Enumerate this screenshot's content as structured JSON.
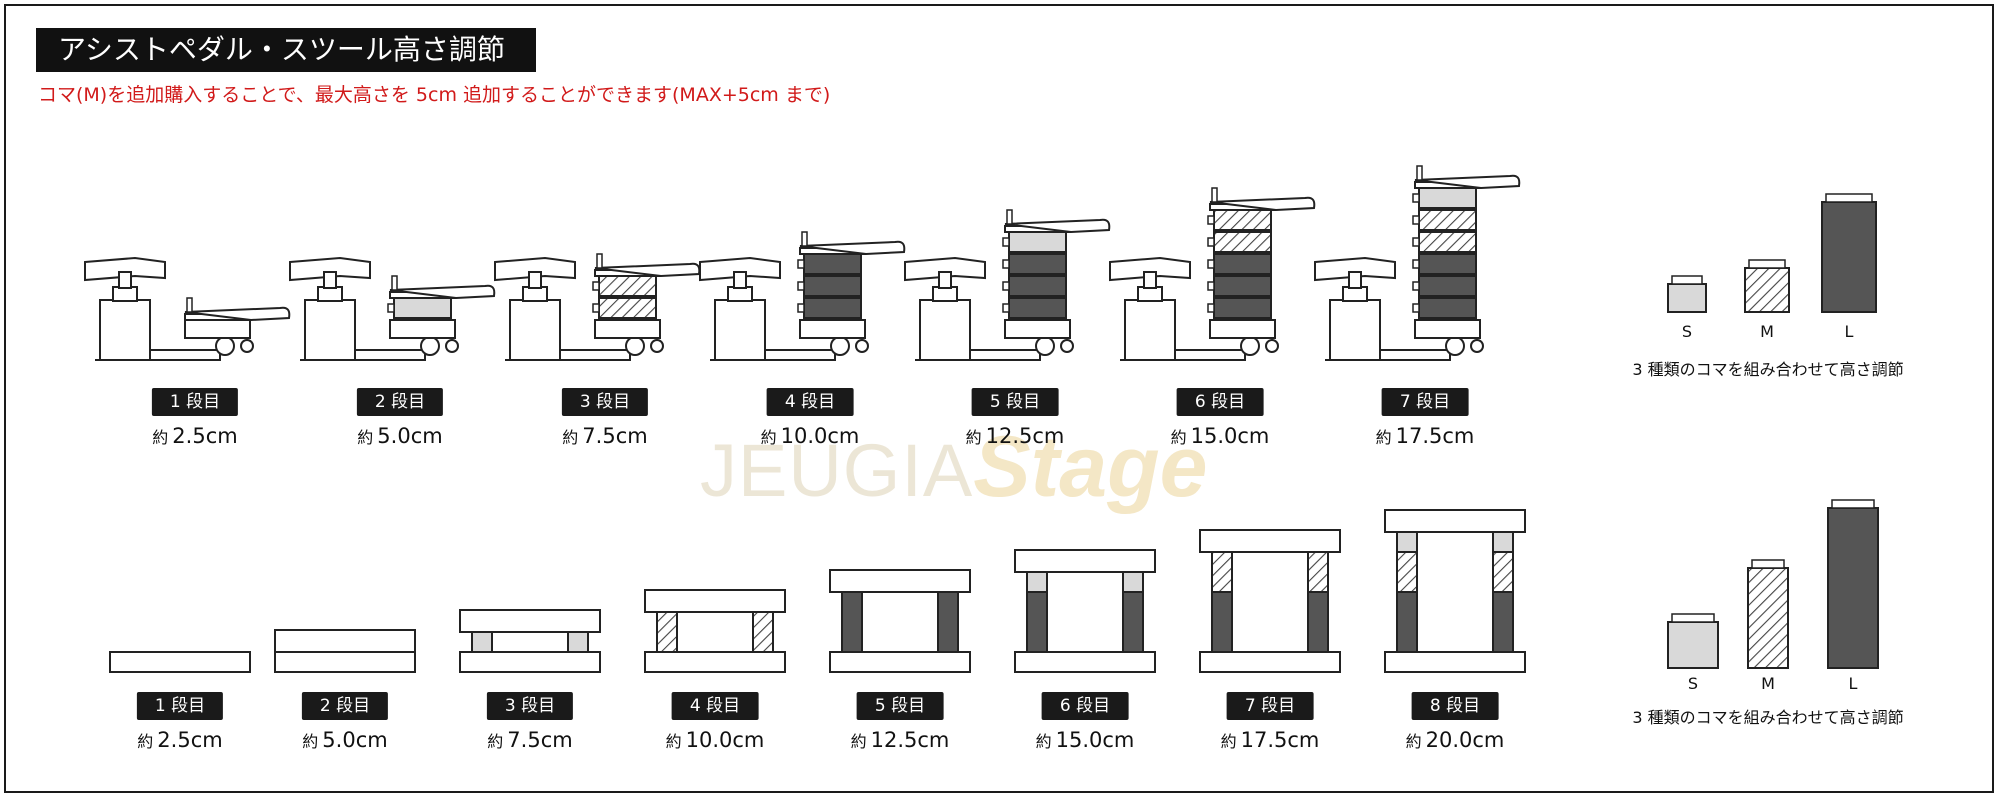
{
  "title": "アシストペダル・スツール高さ調節",
  "subtitle": "コマ(M)を追加購入することで、最大高さを 5cm 追加することができます(MAX+5cm まで)",
  "watermark": {
    "part1": "JEUGIA",
    "part2": "Stage"
  },
  "pedal_levels": [
    {
      "stage": "1 段目",
      "prefix": "約",
      "height": "2.5cm",
      "blocks": []
    },
    {
      "stage": "2 段目",
      "prefix": "約",
      "height": "5.0cm",
      "blocks": [
        "S"
      ]
    },
    {
      "stage": "3 段目",
      "prefix": "約",
      "height": "7.5cm",
      "blocks": [
        "M"
      ]
    },
    {
      "stage": "4 段目",
      "prefix": "約",
      "height": "10.0cm",
      "blocks": [
        "L"
      ]
    },
    {
      "stage": "5 段目",
      "prefix": "約",
      "height": "12.5cm",
      "blocks": [
        "L",
        "S"
      ]
    },
    {
      "stage": "6 段目",
      "prefix": "約",
      "height": "15.0cm",
      "blocks": [
        "L",
        "M"
      ]
    },
    {
      "stage": "7 段目",
      "prefix": "約",
      "height": "17.5cm",
      "blocks": [
        "L",
        "M",
        "S"
      ]
    }
  ],
  "stool_levels": [
    {
      "stage": "1 段目",
      "prefix": "約",
      "height": "2.5cm",
      "legs": []
    },
    {
      "stage": "2 段目",
      "prefix": "約",
      "height": "5.0cm",
      "legs": []
    },
    {
      "stage": "3 段目",
      "prefix": "約",
      "height": "7.5cm",
      "legs": [
        "S"
      ]
    },
    {
      "stage": "4 段目",
      "prefix": "約",
      "height": "10.0cm",
      "legs": [
        "M"
      ]
    },
    {
      "stage": "5 段目",
      "prefix": "約",
      "height": "12.5cm",
      "legs": [
        "L"
      ]
    },
    {
      "stage": "6 段目",
      "prefix": "約",
      "height": "15.0cm",
      "legs": [
        "L",
        "S"
      ]
    },
    {
      "stage": "7 段目",
      "prefix": "約",
      "height": "17.5cm",
      "legs": [
        "L",
        "M"
      ]
    },
    {
      "stage": "8 段目",
      "prefix": "約",
      "height": "20.0cm",
      "legs": [
        "L",
        "M",
        "S"
      ]
    }
  ],
  "pedal_key": {
    "labels": [
      "S",
      "M",
      "L"
    ],
    "caption": "3 種類のコマを組み合わせて高さ調節"
  },
  "stool_key": {
    "labels": [
      "S",
      "M",
      "L"
    ],
    "caption": "3 種類のコマを組み合わせて高さ調節"
  },
  "colors": {
    "title_bg": "#111111",
    "subtitle": "#d11a1a",
    "block_L": "#555555",
    "block_S": "#d9d9d9",
    "badge_bg": "#1a1a1a"
  }
}
